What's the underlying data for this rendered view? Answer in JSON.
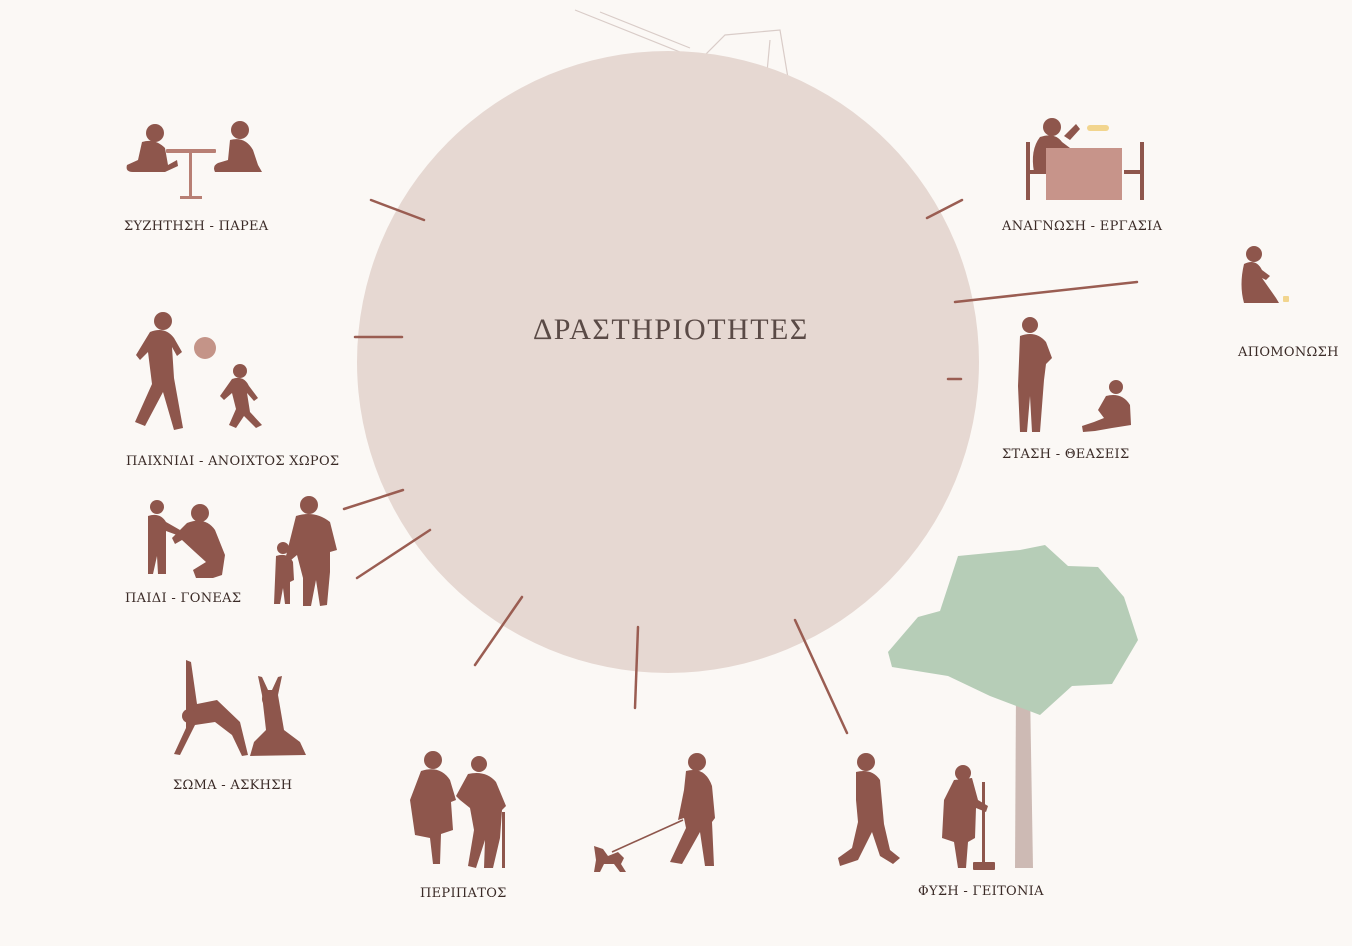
{
  "title": "ΔΡΑΣΤΗΡΙΟΤΗΤΕΣ",
  "colors": {
    "background": "#fbf8f5",
    "circle": "#e6d8d2",
    "silhouette": "#8e564c",
    "connector": "#9a5d52",
    "tree_foliage": "#b6cdb7",
    "tree_trunk": "#cdbab4",
    "table_fill": "#c7948a",
    "accent_yellow": "#f2d58e",
    "ball": "#c49488"
  },
  "activities": {
    "conversation": "ΣΥΖΗΤΗΣΗ - ΠΑΡΕΑ",
    "reading": "ΑΝΑΓΝΩΣΗ - ΕΡΓΑΣΙΑ",
    "isolation": "ΑΠΟΜΟΝΩΣΗ",
    "play": "ΠΑΙΧΝΙΔΙ - ΑΝΟΙΧΤΟΣ ΧΩΡΟΣ",
    "standing": "ΣΤΑΣΗ - ΘΕΑΣΕΙΣ",
    "child_parent": "ΠΑΙΔΙ - ΓΟΝΕΑΣ",
    "body_exercise": "ΣΩΜΑ -  ΑΣΚΗΣΗ",
    "walking": "ΠΕΡΙΠΑΤΟΣ",
    "nature": "ΦΥΣΗ - ΓΕΙΤΟΝΙΑ"
  },
  "icons": {
    "conversation": "two-people-seated-at-table-icon",
    "reading": "person-reading-at-desk-icon",
    "isolation": "person-sitting-alone-icon",
    "play": "adult-and-child-playing-ball-icon",
    "standing": "people-standing-and-sitting-icon",
    "child_parent": "parent-with-children-icon",
    "body_exercise": "yoga-poses-icon",
    "walking": "elderly-couple-walking-icon",
    "dog_walk": "person-walking-dog-icon",
    "nature": "tree-and-neighbors-icon"
  }
}
